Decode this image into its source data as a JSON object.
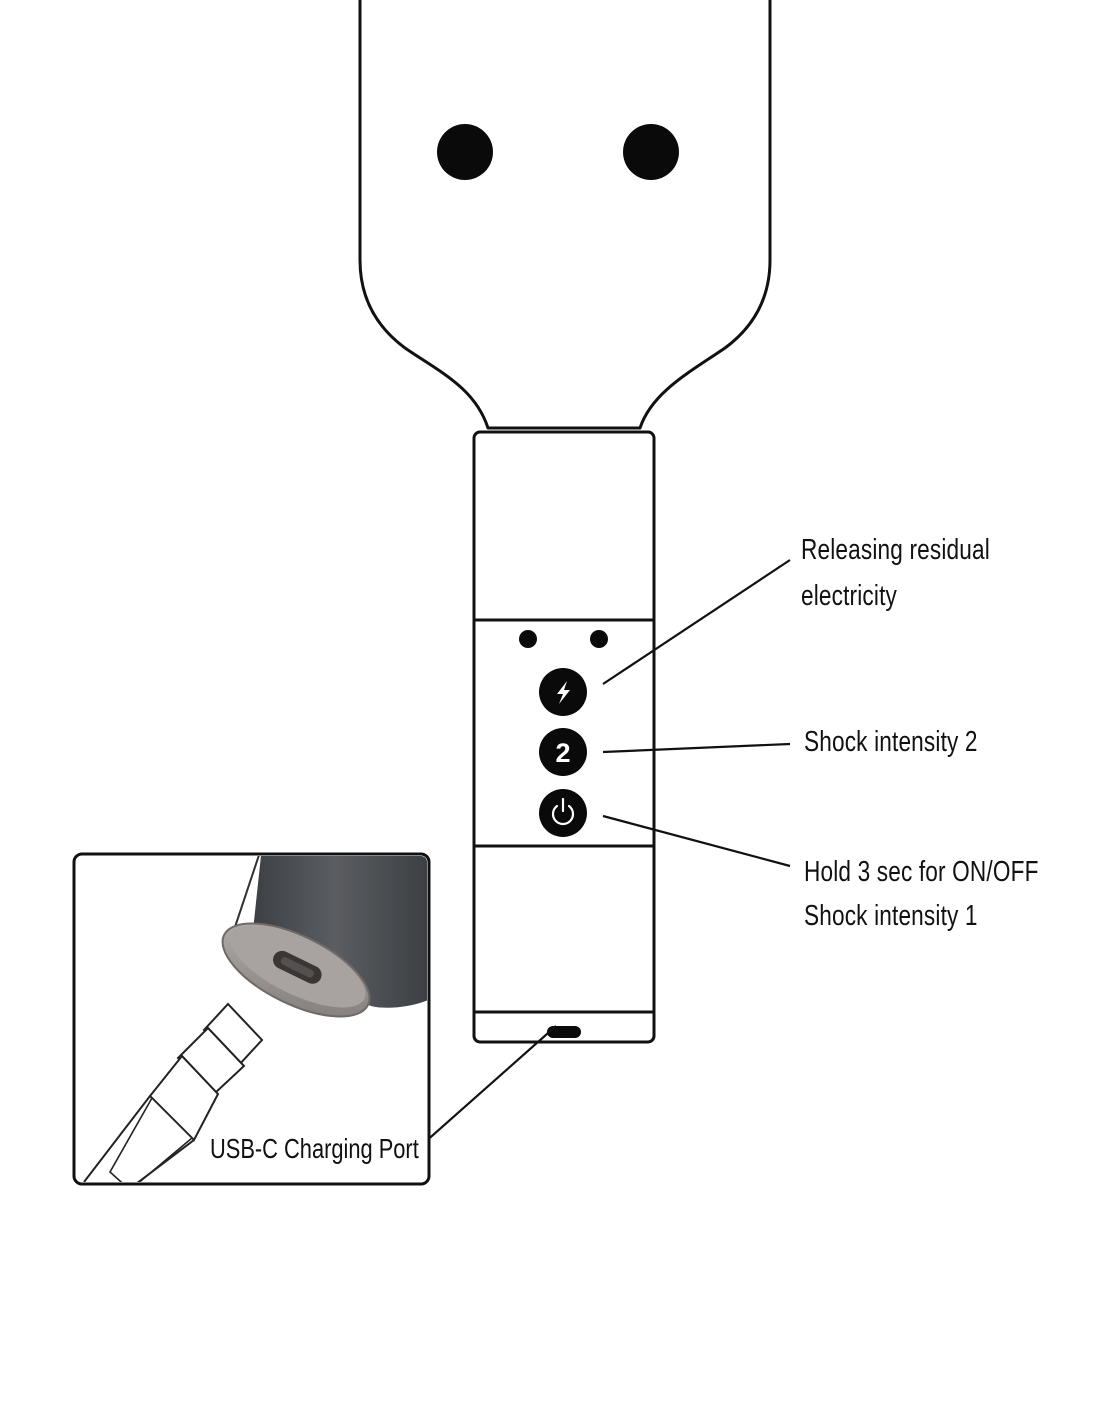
{
  "diagram": {
    "labels": {
      "release": [
        "Releasing residual",
        "electricity"
      ],
      "intensity2": [
        "Shock intensity 2"
      ],
      "power": [
        "Hold 3 sec for ON/OFF",
        "Shock intensity 1"
      ]
    },
    "button_two_text": "2",
    "inset_caption": "USB-C Charging Port",
    "icons": [
      "lightning-icon",
      "power-icon"
    ],
    "colors": {
      "outline": "#111111",
      "button_fill": "#0a0a0a",
      "handle_grey": "#4a4d51",
      "port_cap": "#9a9593"
    }
  }
}
